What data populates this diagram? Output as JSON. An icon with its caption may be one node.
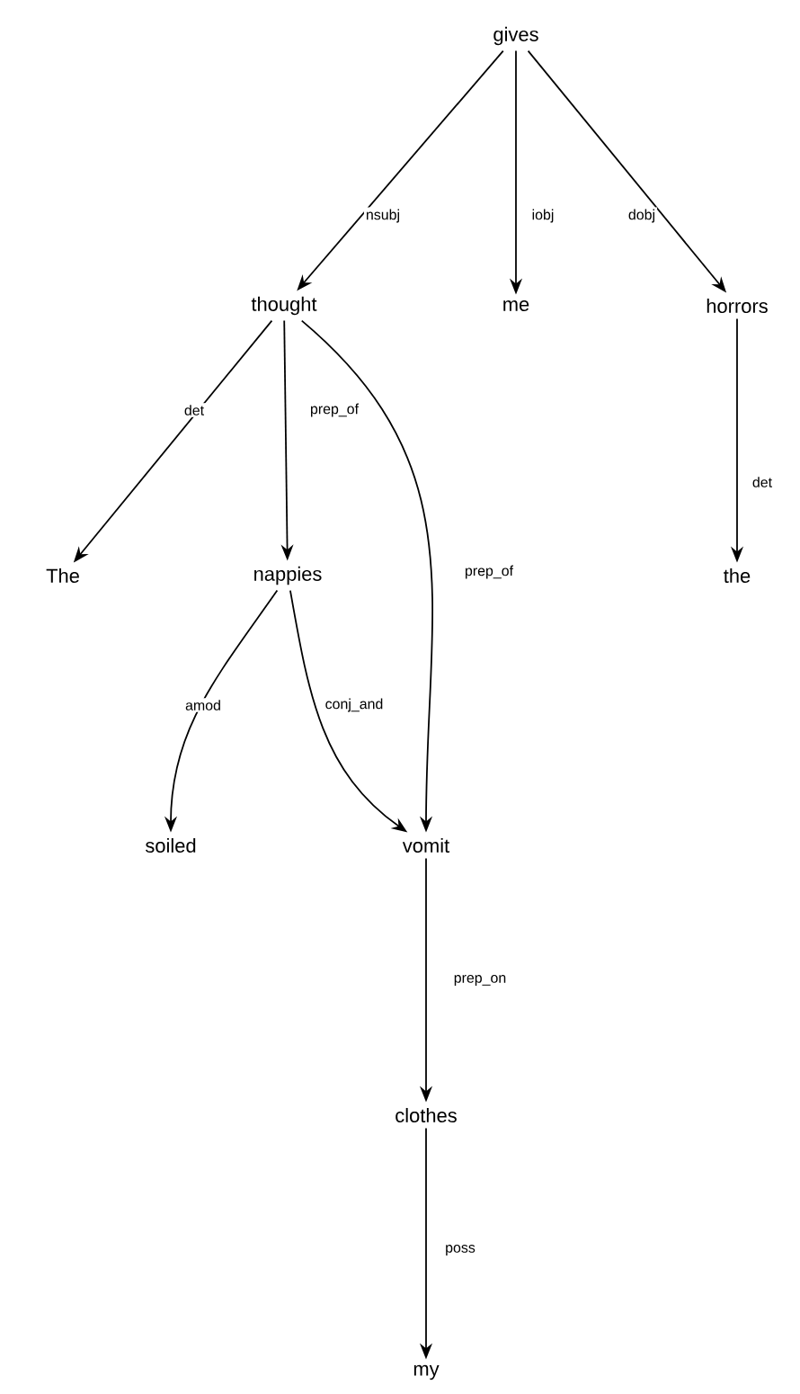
{
  "diagram": {
    "nodes": [
      {
        "text": [
          "gives"
        ]
      },
      {
        "text": [
          "thought"
        ]
      },
      {
        "text": [
          "me"
        ]
      },
      {
        "text": [
          "horrors"
        ]
      },
      {
        "text": [
          "The"
        ]
      },
      {
        "text": [
          "nappies"
        ]
      },
      {
        "text": [
          "the"
        ]
      },
      {
        "text": [
          "soiled"
        ]
      },
      {
        "text": [
          "vomit"
        ]
      },
      {
        "text": [
          "clothes"
        ]
      },
      {
        "text": [
          "my"
        ]
      }
    ],
    "edges": [
      {
        "from": 0,
        "to": 1,
        "arrow": "to",
        "label": "nsubj"
      },
      {
        "from": 0,
        "to": 2,
        "arrow": "to",
        "label": "iobj"
      },
      {
        "from": 0,
        "to": 3,
        "arrow": "to",
        "label": "dobj"
      },
      {
        "from": 1,
        "to": 4,
        "arrow": "to",
        "label": "det"
      },
      {
        "from": 1,
        "to": 5,
        "arrow": "to",
        "label": "prep_of"
      },
      {
        "from": 1,
        "to": 8,
        "arrow": "to",
        "label": "prep_of"
      },
      {
        "from": 3,
        "to": 6,
        "arrow": "to",
        "label": "det"
      },
      {
        "from": 5,
        "to": 7,
        "arrow": "to",
        "label": "amod"
      },
      {
        "from": 5,
        "to": 8,
        "arrow": "to",
        "label": "conj_and"
      },
      {
        "from": 8,
        "to": 9,
        "arrow": "to",
        "label": "prep_on"
      },
      {
        "from": 9,
        "to": 10,
        "arrow": "to",
        "label": "poss"
      }
    ]
  }
}
